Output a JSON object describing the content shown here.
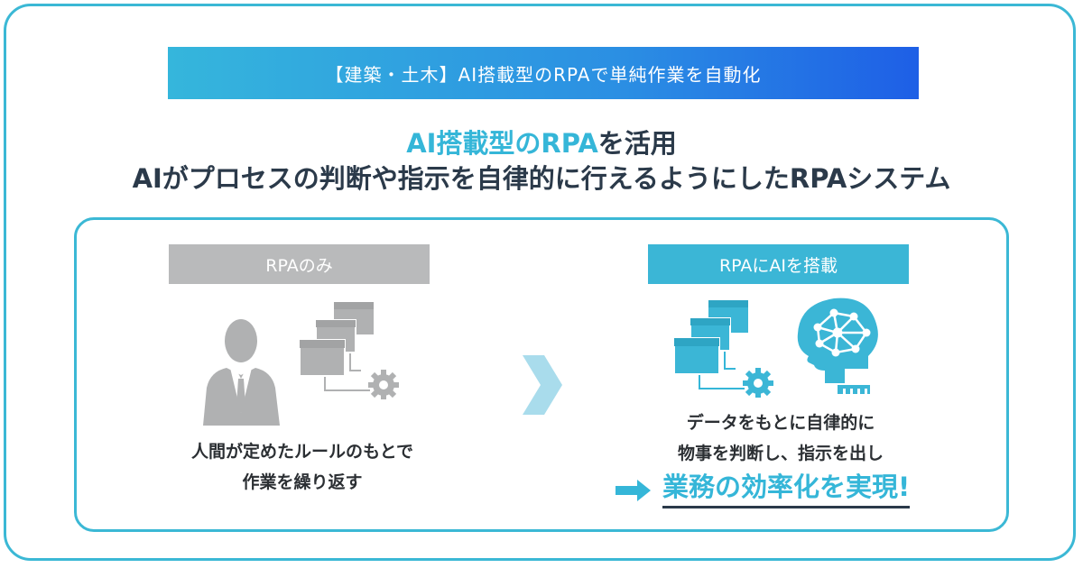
{
  "banner": {
    "text": "【建築・土木】AI搭載型のRPAで単純作業を自動化"
  },
  "headline": {
    "accent": "AI搭載型のRPA",
    "rest": "を活用",
    "line2": "AIがプロセスの判断や指示を自律的に行えるようにしたRPAシステム"
  },
  "left": {
    "tag": "RPAのみ",
    "desc_line1": "人間が定めたルールのもとで",
    "desc_line2": "作業を繰り返す"
  },
  "right": {
    "tag": "RPAにAIを搭載",
    "desc_line1": "データをもとに自律的に",
    "desc_line2": "物事を判断し、指示を出し",
    "result": "業務の効率化を実現!"
  },
  "colors": {
    "accent": "#35b6d8",
    "frame": "#3bb8d5",
    "gray_tag": "#b9babb",
    "gray_icon": "#b0b1b2",
    "heading": "#2b3a4a"
  }
}
